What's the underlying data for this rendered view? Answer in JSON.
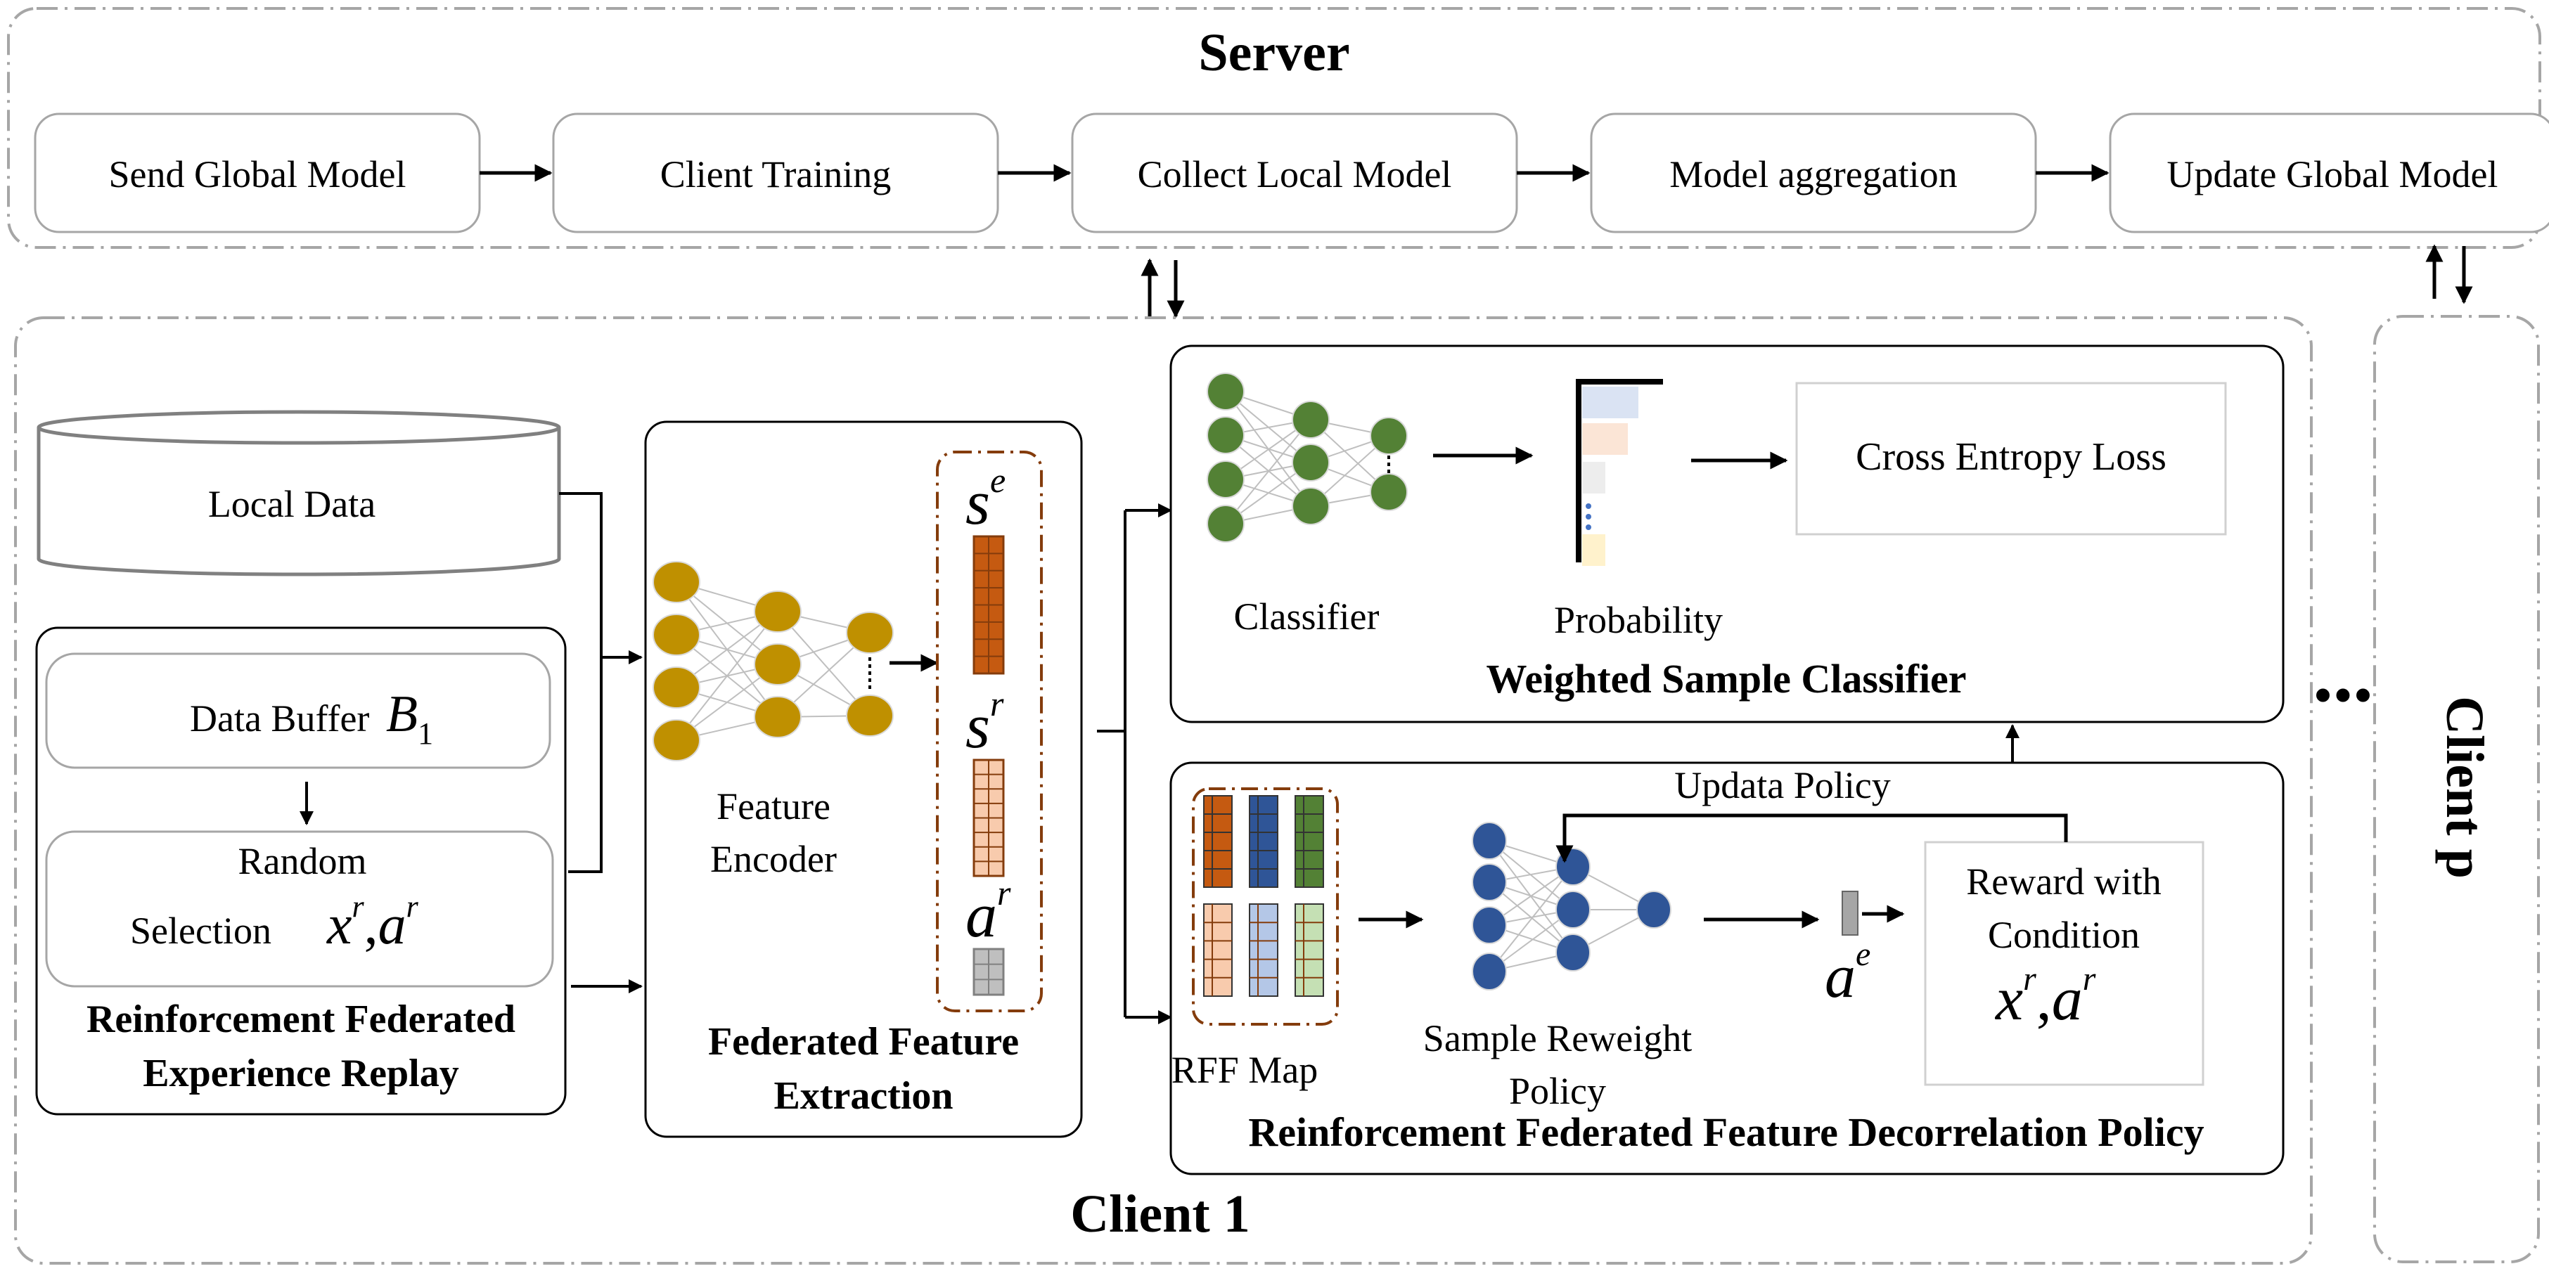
{
  "server": {
    "title": "Server",
    "steps": [
      "Send Global Model",
      "Client Training",
      "Collect Local Model",
      "Model aggregation",
      "Update Global Model"
    ]
  },
  "client1": {
    "title": "Client 1",
    "local_data": "Local Data",
    "experience_replay": {
      "data_buffer_label": "Data Buffer",
      "data_buffer_symbol": "B",
      "data_buffer_subscript": "1",
      "random_line1": "Random",
      "random_line2": "Selection",
      "selection_vars": {
        "x": "x",
        "x_sup": "r",
        "sep": ",",
        "a": "a",
        "a_sup": "r"
      },
      "title_line1": "Reinforcement Federated",
      "title_line2": "Experience Replay"
    },
    "feature_extraction": {
      "encoder_line1": "Feature",
      "encoder_line2": "Encoder",
      "vectors": [
        {
          "sym": "s",
          "sup": "e",
          "color": "#c55a11"
        },
        {
          "sym": "s",
          "sup": "r",
          "color": "#f8cbad"
        },
        {
          "sym": "a",
          "sup": "r",
          "color": "#bfbfbf"
        }
      ],
      "encoder_color": "#bf9000",
      "title_line1": "Federated Feature",
      "title_line2": "Extraction"
    },
    "classifier": {
      "classifier_label": "Classifier",
      "probability_label": "Probability",
      "loss_label": "Cross Entropy Loss",
      "title": "Weighted Sample Classifier",
      "net_color": "#538135",
      "prob_bars": [
        {
          "color": "#dae3f3"
        },
        {
          "color": "#fbe5d6"
        },
        {
          "color": "#ededed"
        },
        {
          "color": "#fff2cc"
        }
      ]
    },
    "policy": {
      "rff_label": "RFF Map",
      "reweight_line1": "Sample Reweight",
      "reweight_line2": "Policy",
      "update_label": "Updata Policy",
      "action_sym": "a",
      "action_sup": "e",
      "reward_line1": "Reward with",
      "reward_line2": "Condition",
      "reward_vars": {
        "x": "x",
        "x_sup": "r",
        "sep": ",",
        "a": "a",
        "a_sup": "r"
      },
      "title": "Reinforcement Federated Feature Decorrelation Policy",
      "net_color": "#2f5597",
      "rff_colors_top": [
        "#c55a11",
        "#2f5597",
        "#538135"
      ],
      "rff_colors_bottom": [
        "#f8cbad",
        "#b4c7e7",
        "#c5e0b4"
      ]
    }
  },
  "client_p": {
    "title": "Client p",
    "ellipsis": "•••"
  }
}
